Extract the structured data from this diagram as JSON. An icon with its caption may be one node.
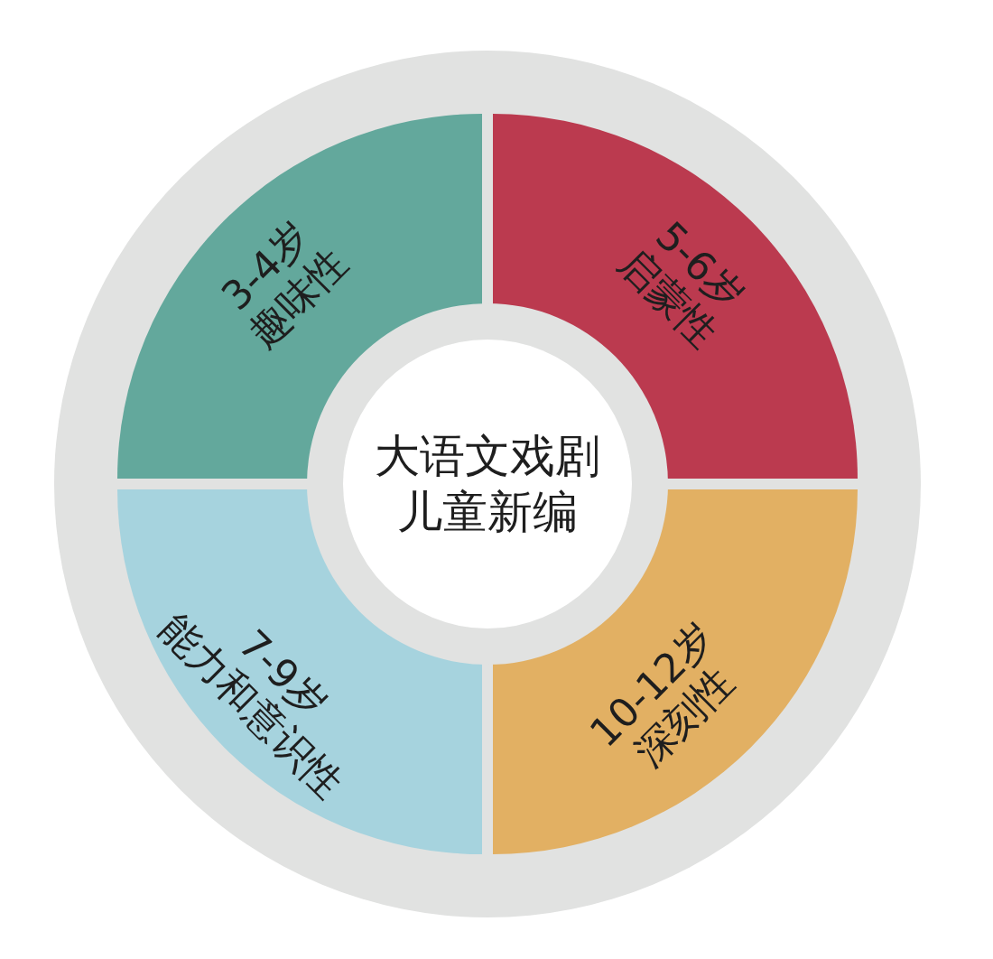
{
  "diagram": {
    "nodes": [
      {
        "text": [
          "大语文戏剧儿童新编"
        ]
      },
      {
        "text": [
          "3-4岁",
          "趣味性"
        ]
      },
      {
        "text": [
          "5-6岁",
          "启蒙性"
        ]
      },
      {
        "text": [
          "7-9岁",
          "能力和意识性"
        ]
      },
      {
        "text": [
          "10-12岁",
          "深刻性"
        ]
      }
    ]
  }
}
